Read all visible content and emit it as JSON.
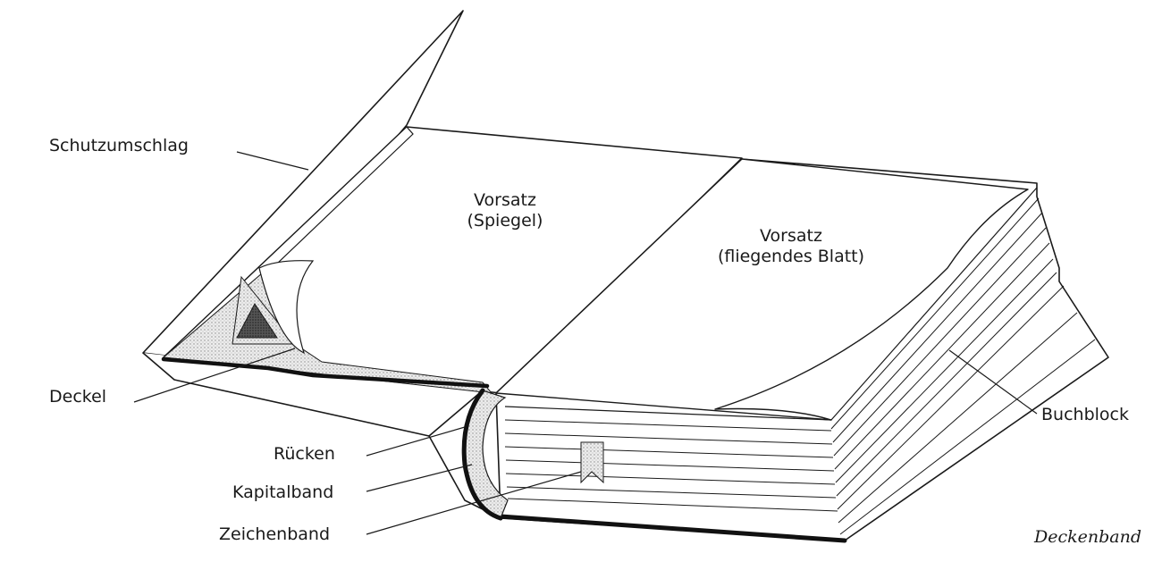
{
  "diagram": {
    "labels": {
      "schutzumschlag": "Schutzumschlag",
      "deckel": "Deckel",
      "ruecken": "Rücken",
      "kapitalband": "Kapitalband",
      "zeichenband": "Zeichenband",
      "buchblock": "Buchblock",
      "vorsatz_left_line1": "Vorsatz",
      "vorsatz_left_line2": "(Spiegel)",
      "vorsatz_right_line1": "Vorsatz",
      "vorsatz_right_line2": "(fliegendes Blatt)",
      "caption": "Deckenband"
    },
    "colors": {
      "ink": "#1a1a1a",
      "paper": "#ffffff",
      "shade": "#d4d4d4"
    }
  }
}
